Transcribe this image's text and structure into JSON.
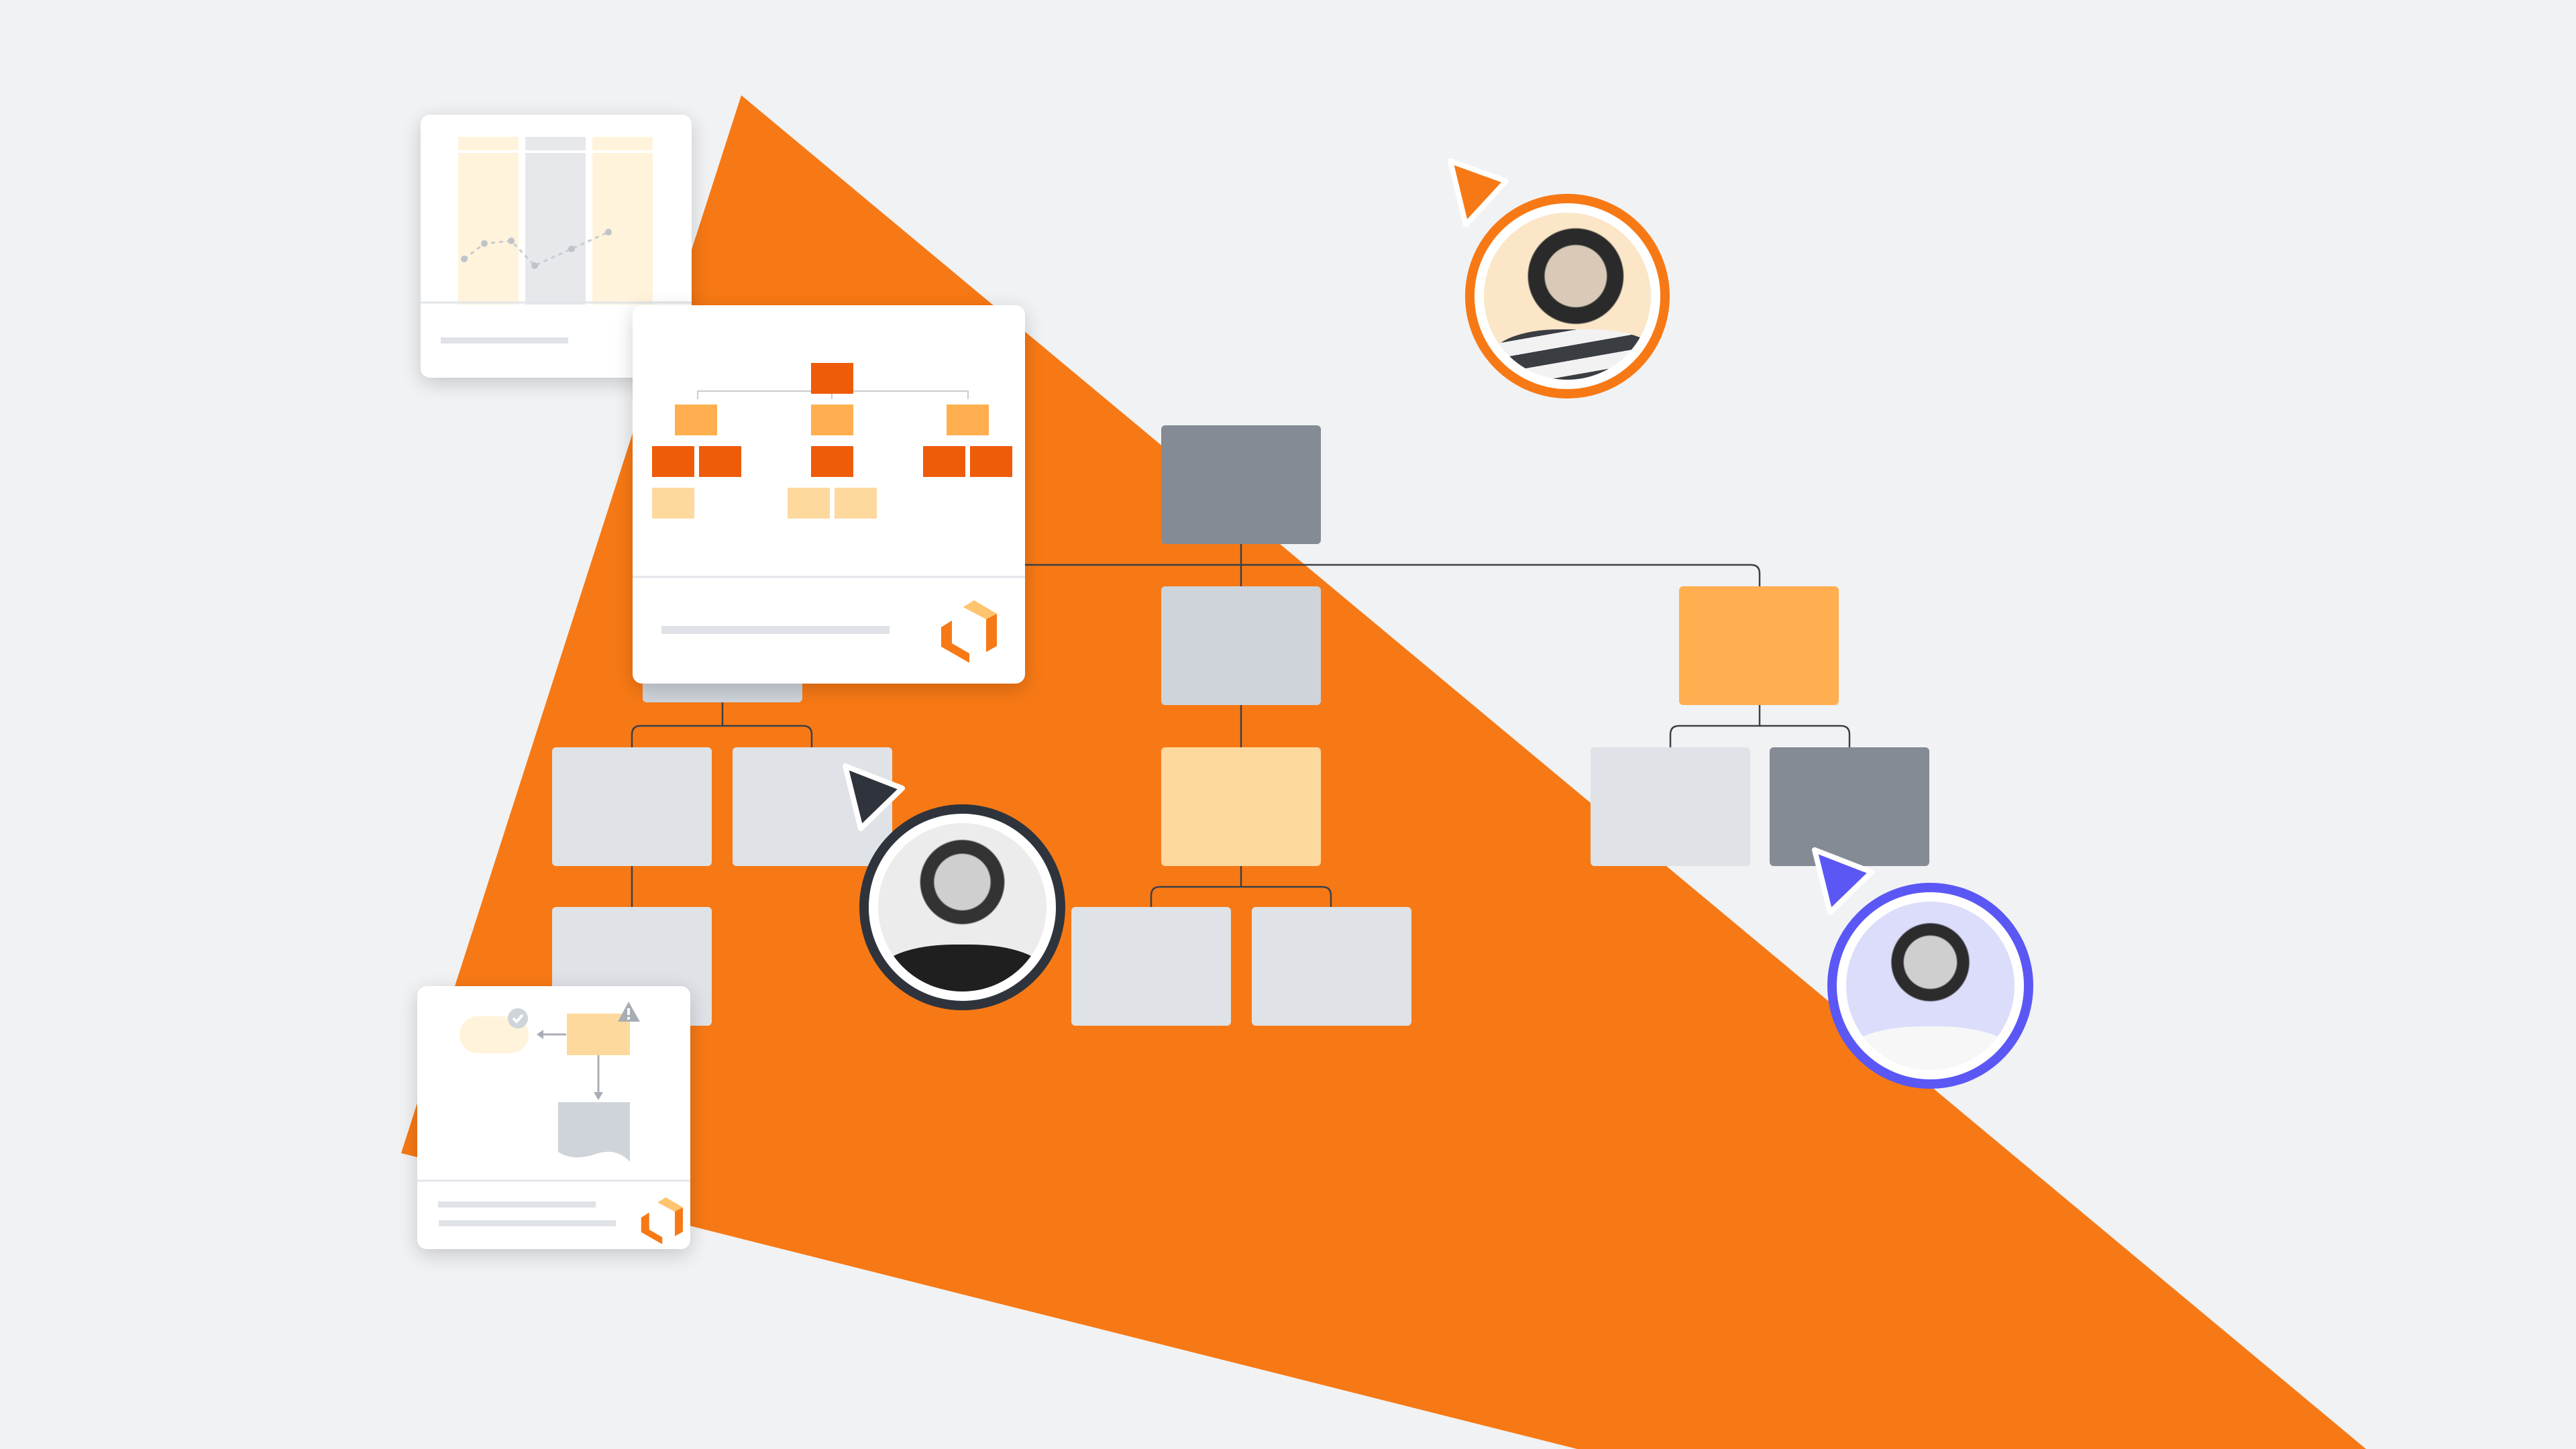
{
  "colors": {
    "background": "#f1f2f4",
    "accent": "#f77915",
    "dark_gray": "#858b94",
    "light_gray": "#dfe2e6",
    "mid_gray": "#ced4da",
    "peach": "#fdd99e",
    "orange_box": "#ffaf4f",
    "deep_orange": "#ee5c0a",
    "purple": "#5b57f5",
    "charcoal": "#2f343c"
  },
  "icons": [
    "logo-icon",
    "check-icon",
    "warning-icon",
    "cursor-icon"
  ],
  "avatars": [
    {
      "name": "user-orange",
      "ring": "#f77915"
    },
    {
      "name": "user-dark",
      "ring": "#2f343c"
    },
    {
      "name": "user-purple",
      "ring": "#5b57f5"
    }
  ]
}
